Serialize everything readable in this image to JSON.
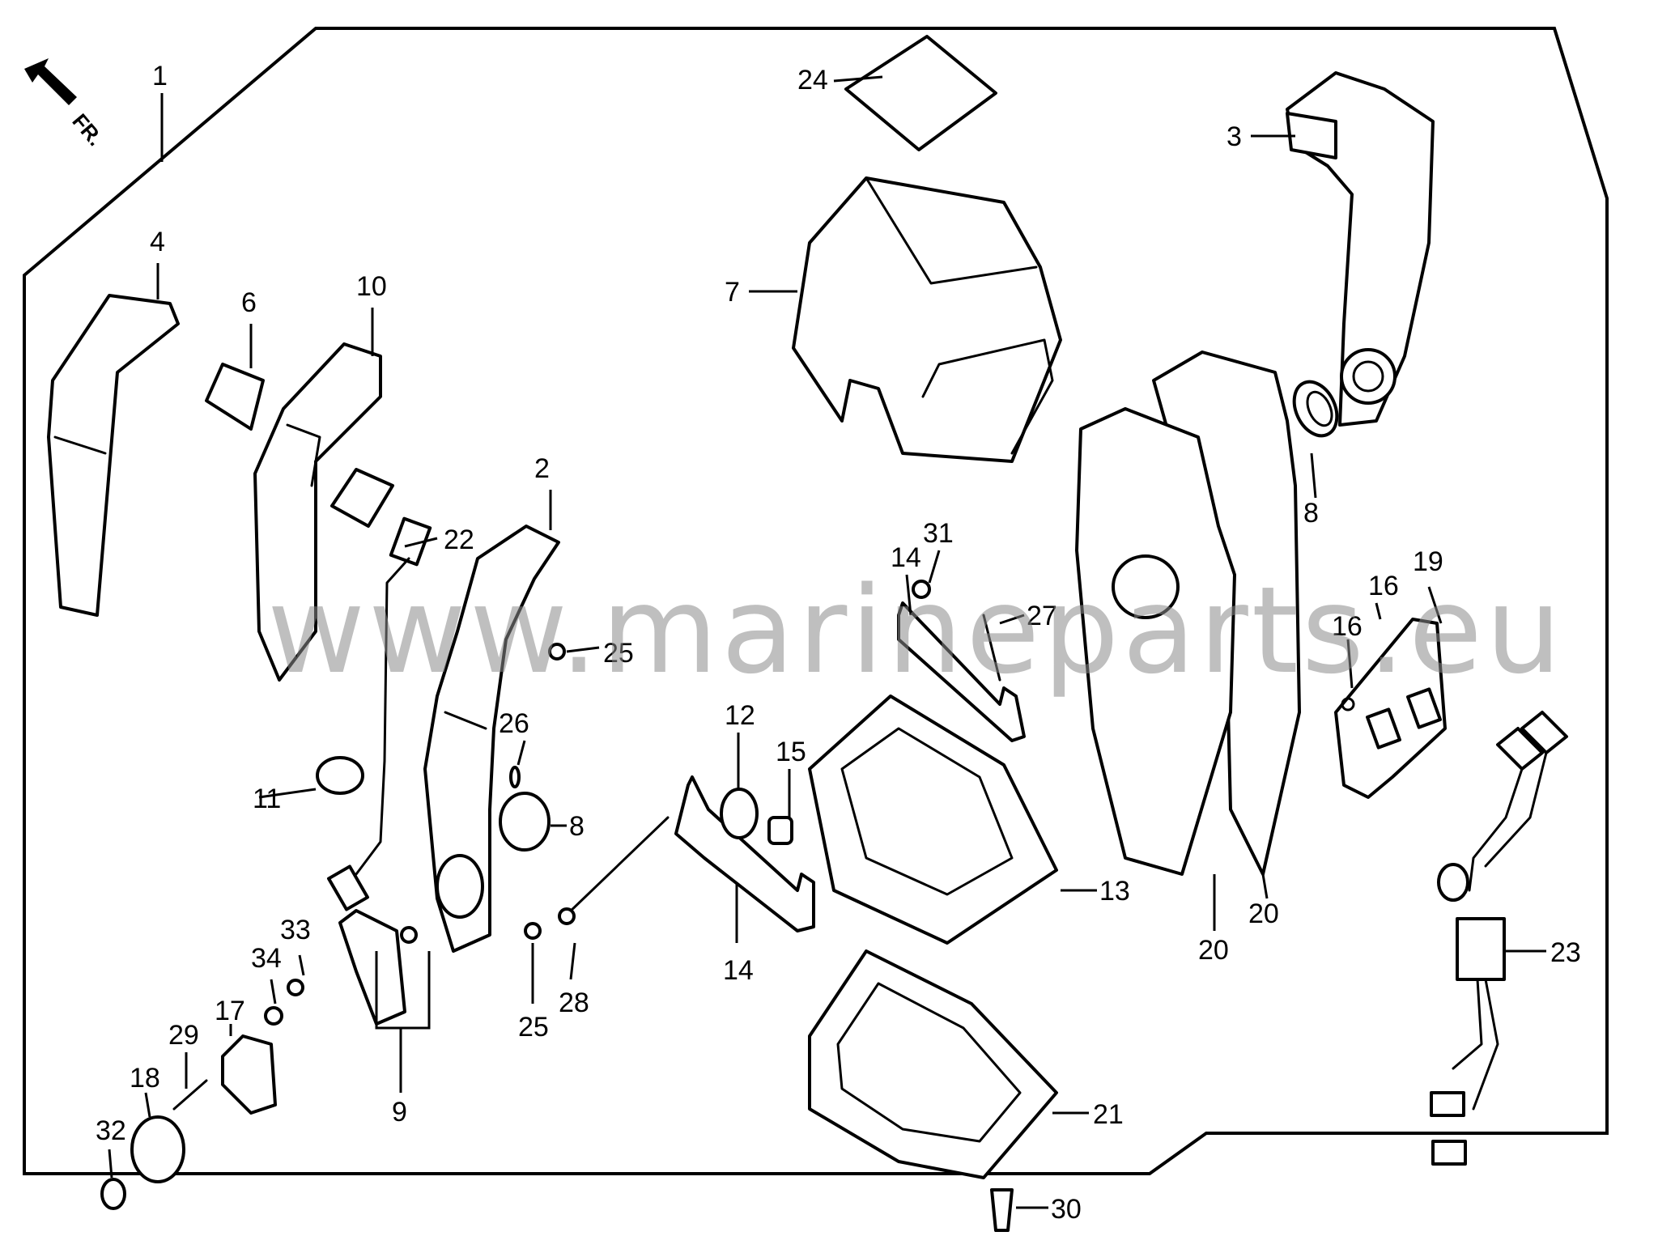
{
  "diagram": {
    "front_indicator": "FR.",
    "watermark": "www.marineparts.eu",
    "callouts": [
      {
        "id": "c1",
        "label": "1"
      },
      {
        "id": "c2",
        "label": "2"
      },
      {
        "id": "c3",
        "label": "3"
      },
      {
        "id": "c4",
        "label": "4"
      },
      {
        "id": "c6",
        "label": "6"
      },
      {
        "id": "c7",
        "label": "7"
      },
      {
        "id": "c8a",
        "label": "8"
      },
      {
        "id": "c8b",
        "label": "8"
      },
      {
        "id": "c9",
        "label": "9"
      },
      {
        "id": "c10",
        "label": "10"
      },
      {
        "id": "c11",
        "label": "11"
      },
      {
        "id": "c12",
        "label": "12"
      },
      {
        "id": "c13",
        "label": "13"
      },
      {
        "id": "c14a",
        "label": "14"
      },
      {
        "id": "c14b",
        "label": "14"
      },
      {
        "id": "c15",
        "label": "15"
      },
      {
        "id": "c16a",
        "label": "16"
      },
      {
        "id": "c16b",
        "label": "16"
      },
      {
        "id": "c17",
        "label": "17"
      },
      {
        "id": "c18",
        "label": "18"
      },
      {
        "id": "c19",
        "label": "19"
      },
      {
        "id": "c20a",
        "label": "20"
      },
      {
        "id": "c20b",
        "label": "20"
      },
      {
        "id": "c21",
        "label": "21"
      },
      {
        "id": "c22",
        "label": "22"
      },
      {
        "id": "c23",
        "label": "23"
      },
      {
        "id": "c24",
        "label": "24"
      },
      {
        "id": "c25a",
        "label": "25"
      },
      {
        "id": "c25b",
        "label": "25"
      },
      {
        "id": "c26",
        "label": "26"
      },
      {
        "id": "c27",
        "label": "27"
      },
      {
        "id": "c28",
        "label": "28"
      },
      {
        "id": "c29",
        "label": "29"
      },
      {
        "id": "c30",
        "label": "30"
      },
      {
        "id": "c31",
        "label": "31"
      },
      {
        "id": "c32",
        "label": "32"
      },
      {
        "id": "c33",
        "label": "33"
      },
      {
        "id": "c34",
        "label": "34"
      }
    ]
  }
}
